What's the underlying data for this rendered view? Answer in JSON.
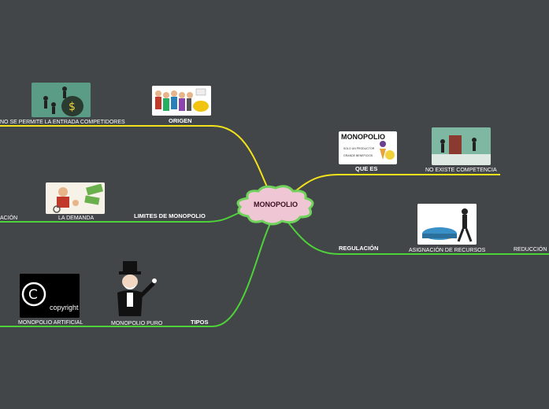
{
  "central_topic": "MONOPOLIO",
  "branches": {
    "origen": {
      "label": "ORIGEN",
      "children": [
        "NO SE PERMITE LA ENTRADA COMPETIDORES"
      ]
    },
    "que_es": {
      "label": "QUE ES",
      "children": [
        "NO EXISTE COMPETENCIA"
      ],
      "image_text": {
        "title": "MONOPOLIO",
        "line1": "SOLO UN PRODUCTOR",
        "line2": "GRANDE BENEFICIOS"
      }
    },
    "limites": {
      "label": "LIMITES DE MONOPOLIO",
      "children": [
        "LA DEMANDA",
        "ACIÓN"
      ]
    },
    "regulacion": {
      "label": "REGULACIÓN",
      "children": [
        "ASIGNACIÓN DE RECURSOS",
        "REDUCCIÓN"
      ]
    },
    "tipos": {
      "label": "TIPOS",
      "children": [
        "MONOPOLIO PURO",
        "MONOPOLIO ARTIFICIAL"
      ],
      "image_text": {
        "copyright": "copyright"
      }
    }
  },
  "colors": {
    "background": "#424648",
    "yellow_branch": "#f2e21a",
    "green_branch": "#4ed23a",
    "center_fill": "#eec6d4",
    "center_border": "#6fd25a"
  }
}
